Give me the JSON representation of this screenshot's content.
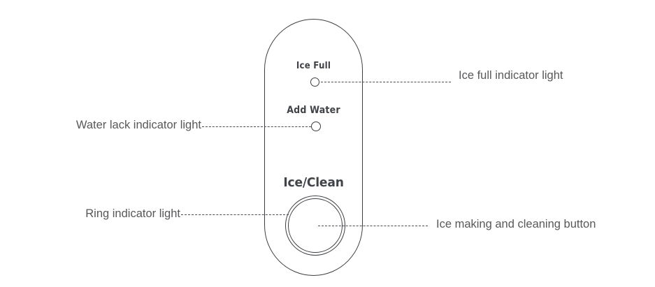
{
  "diagram": {
    "title": "Ice maker control panel callout diagram",
    "background_color": "#ffffff",
    "line_color": "#3b3e42",
    "callout_text_color": "#58585a",
    "device_label_color": "#404347"
  },
  "device": {
    "name": "ice-maker-control-panel",
    "labels": {
      "ice_full": "Ice  Full",
      "add_water": "Add  Water",
      "ice_clean": "Ice/Clean"
    },
    "indicators": [
      {
        "id": "ice-full-led",
        "label": "Ice  Full",
        "state": "off"
      },
      {
        "id": "add-water-led",
        "label": "Add  Water",
        "state": "off"
      }
    ],
    "button": {
      "id": "ice-clean-button",
      "label": "Ice/Clean",
      "has_ring_light": true
    }
  },
  "callouts": [
    {
      "id": "ice-full-indicator",
      "text": "Ice full indicator light",
      "side": "right",
      "target": "ice-full-led"
    },
    {
      "id": "water-lack-indicator",
      "text": "Water lack indicator light",
      "side": "left",
      "target": "add-water-led"
    },
    {
      "id": "ring-indicator",
      "text": "Ring indicator light",
      "side": "left",
      "target": "ice-clean-button-ring"
    },
    {
      "id": "ice-making-cleaning-button",
      "text": "Ice making and cleaning button",
      "side": "right",
      "target": "ice-clean-button"
    }
  ]
}
